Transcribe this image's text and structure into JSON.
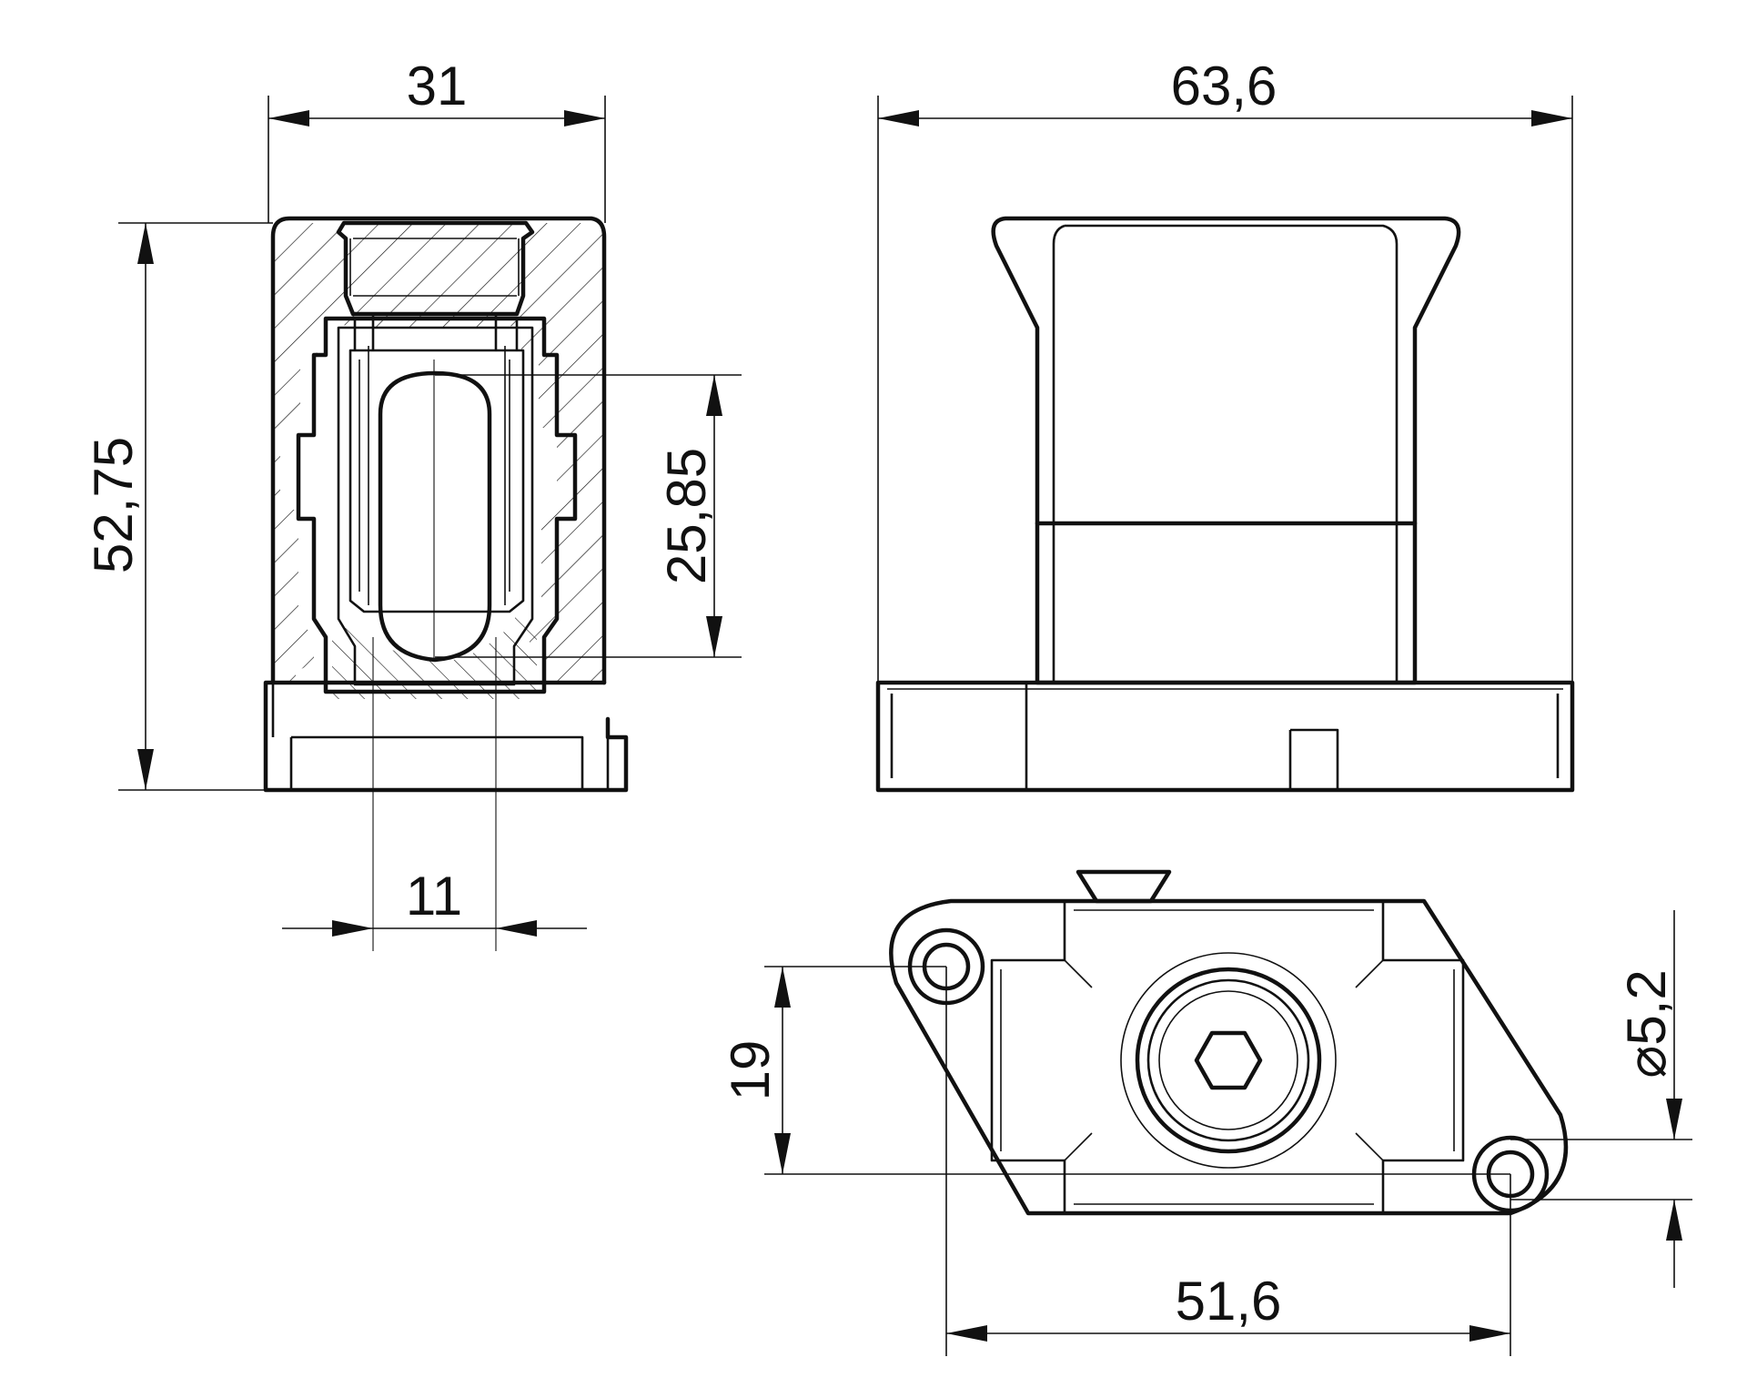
{
  "dimensions": {
    "side_width": "31",
    "side_height": "52,75",
    "inner_height": "25,85",
    "pin_width": "11",
    "front_width": "63,6",
    "hole_offset": "19",
    "hole_spacing": "51,6",
    "hole_diameter": "⌀5,2"
  }
}
